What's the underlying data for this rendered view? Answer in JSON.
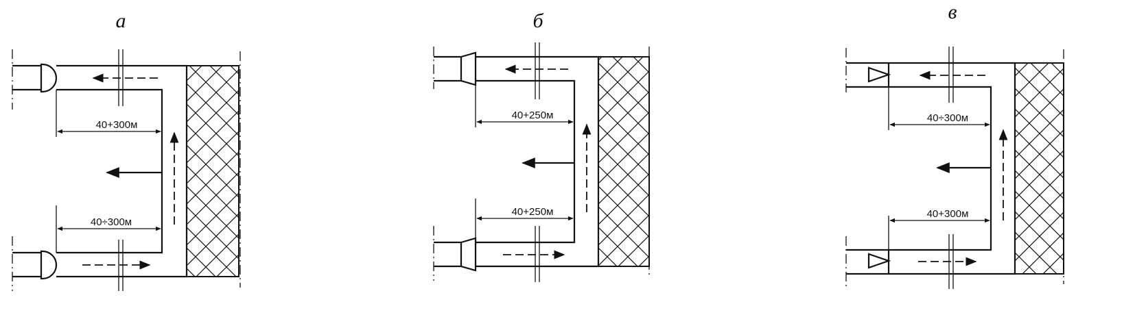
{
  "panels": [
    {
      "title": "а",
      "dim_top": "40+300м",
      "dim_bottom": "40÷300м",
      "outlet_type": "bell-mouth-icon"
    },
    {
      "title": "б",
      "dim_top": "40+250м",
      "dim_bottom": "40+250м",
      "outlet_type": "diffuser-icon"
    },
    {
      "title": "в",
      "dim_top": "40÷300м",
      "dim_bottom": "40+300м",
      "outlet_type": "triangle-outlet-icon"
    }
  ]
}
